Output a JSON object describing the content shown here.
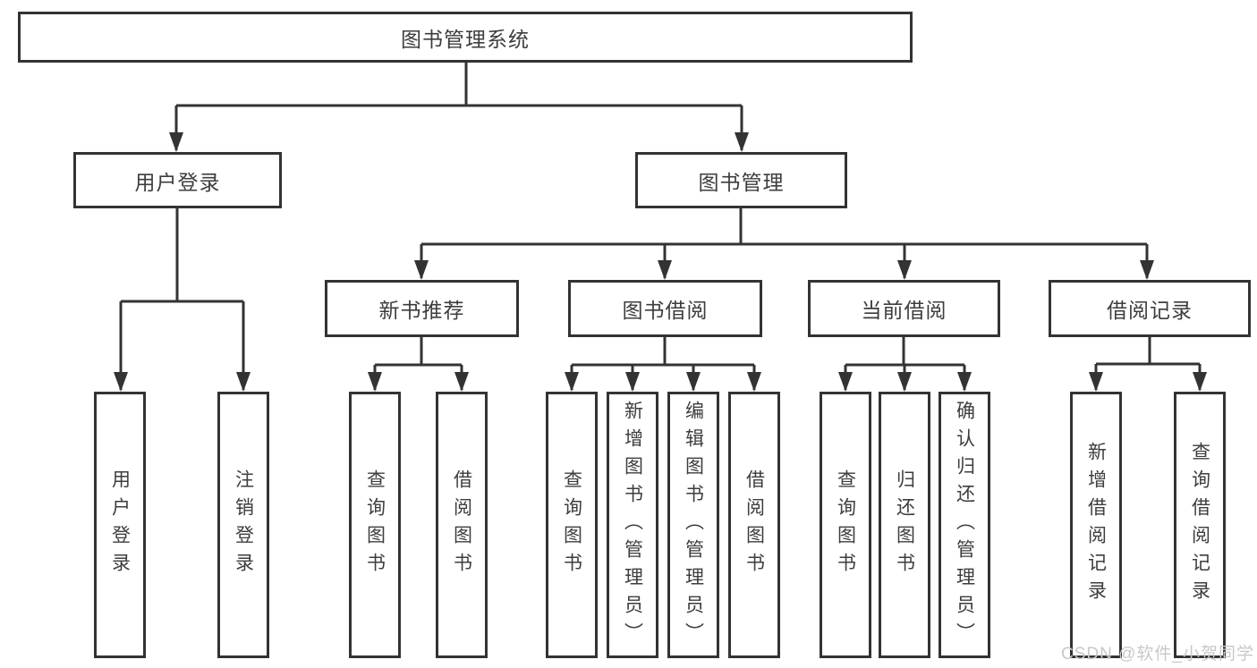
{
  "colors": {
    "line": "#333333",
    "box_border": "#333333",
    "box_fill": "#ffffff",
    "text": "#3d3d3d",
    "watermark": "#c8c8c8",
    "background": "#ffffff"
  },
  "watermark": {
    "text": "CSDN @软件_小贺同学"
  },
  "tree": {
    "label": "图书管理系统",
    "children": [
      {
        "label": "用户登录",
        "children": [
          {
            "label": "用户登录"
          },
          {
            "label": "注销登录"
          }
        ]
      },
      {
        "label": "图书管理",
        "children": [
          {
            "label": "新书推荐",
            "children": [
              {
                "label": "查询图书"
              },
              {
                "label": "借阅图书"
              }
            ]
          },
          {
            "label": "图书借阅",
            "children": [
              {
                "label": "查询图书"
              },
              {
                "label": "新增图书（管理员）"
              },
              {
                "label": "编辑图书（管理员）"
              },
              {
                "label": "借阅图书"
              }
            ]
          },
          {
            "label": "当前借阅",
            "children": [
              {
                "label": "查询图书"
              },
              {
                "label": "归还图书"
              },
              {
                "label": "确认归还（管理员）"
              }
            ]
          },
          {
            "label": "借阅记录",
            "children": [
              {
                "label": "新增借阅记录"
              },
              {
                "label": "查询借阅记录"
              }
            ]
          }
        ]
      }
    ]
  }
}
